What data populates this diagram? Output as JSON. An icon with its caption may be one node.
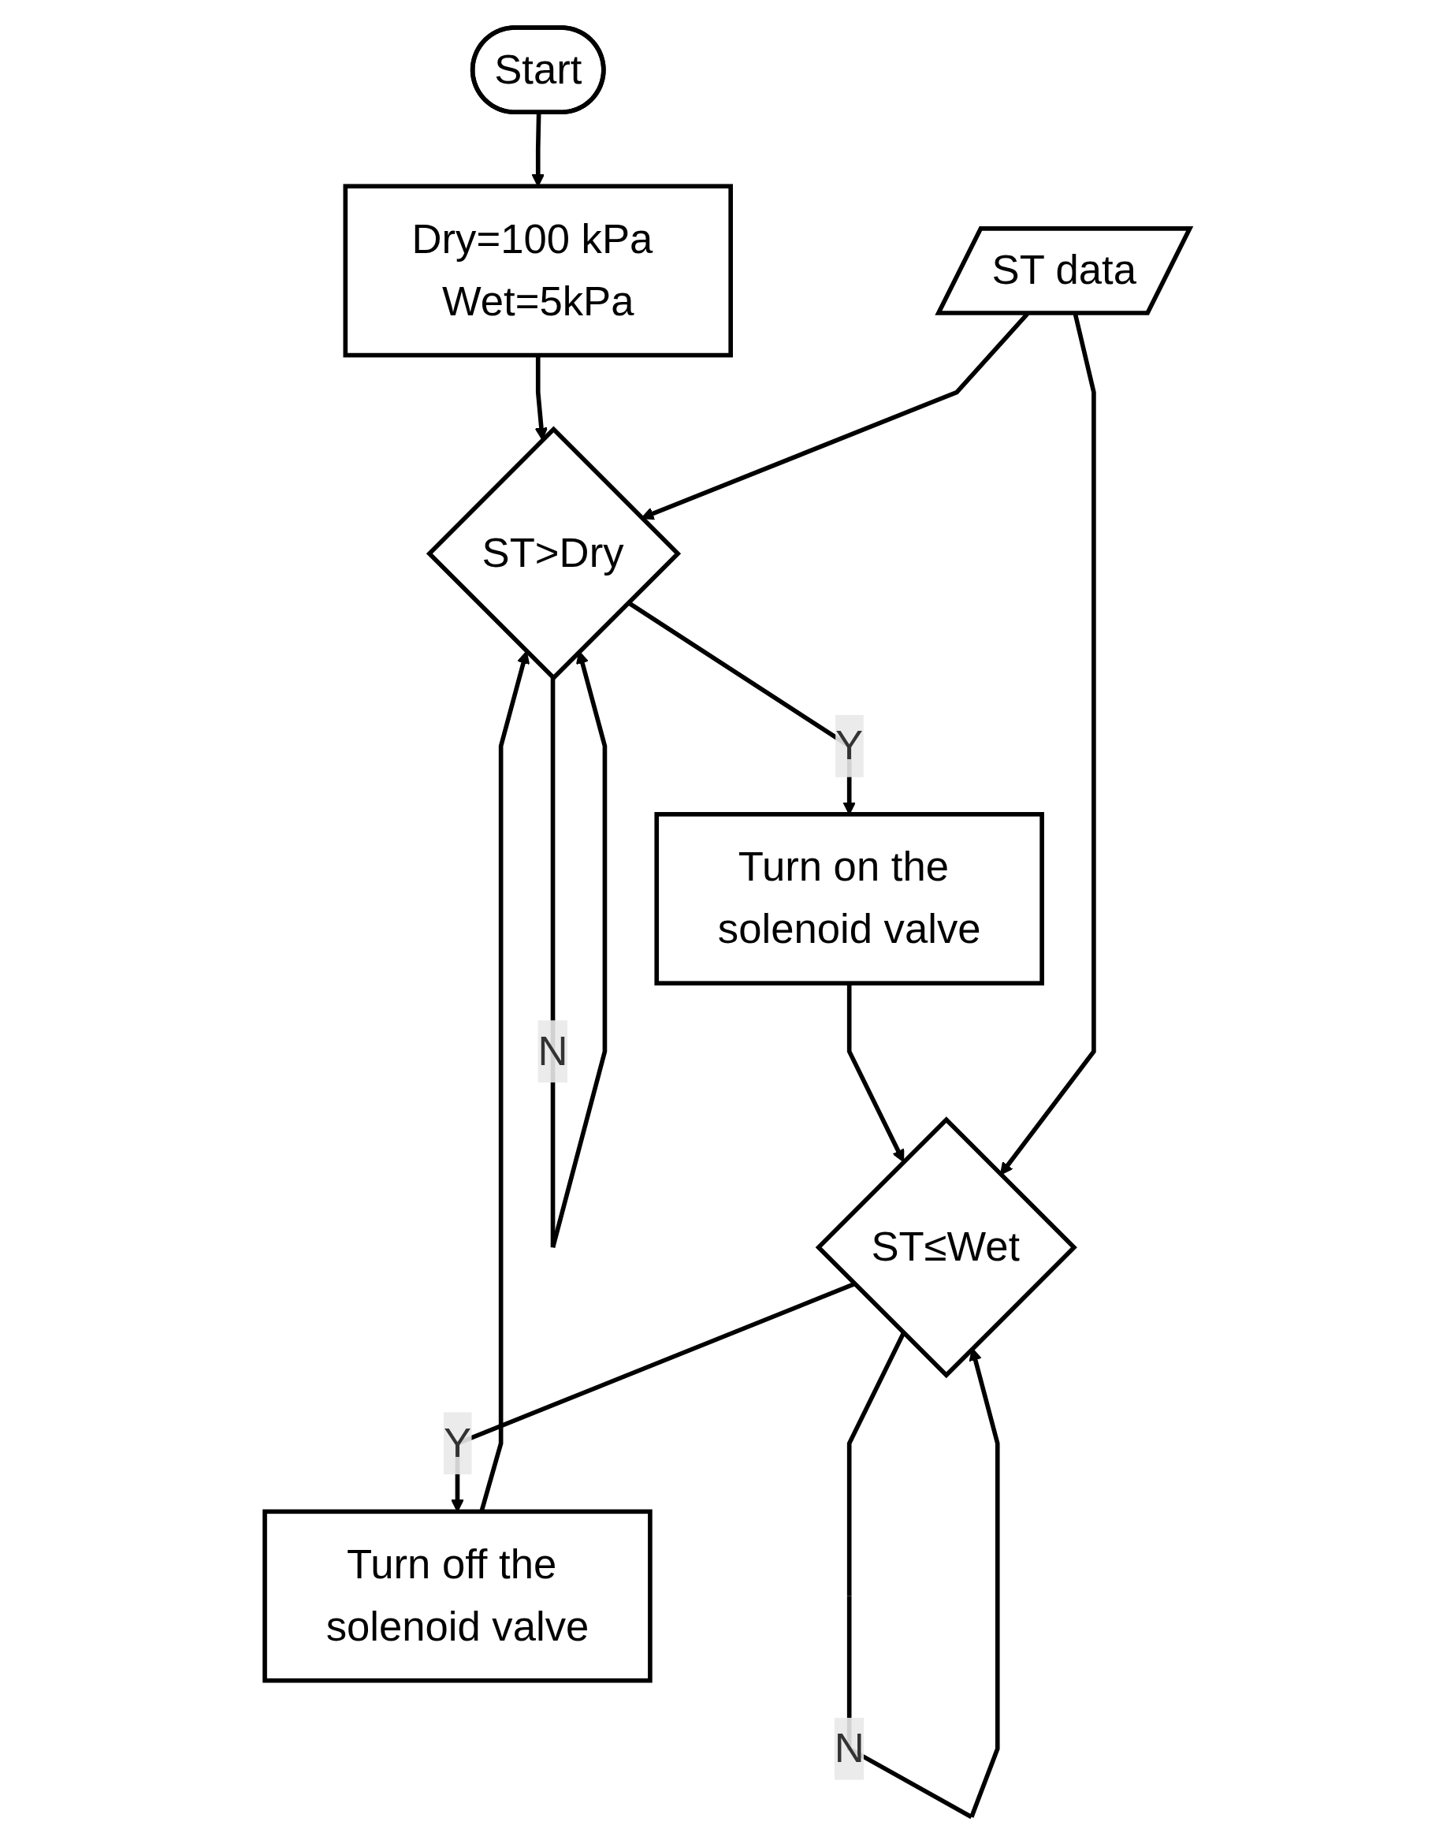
{
  "diagram": {
    "nodes": [
      {
        "text": [
          "Start"
        ]
      },
      {
        "text": [
          "Dry=100 kPa Wet=5kPa"
        ]
      },
      {
        "text": [
          "ST>Dry"
        ]
      },
      {
        "text": [
          "Turn on the solenoid valve"
        ]
      },
      {
        "text": [
          "ST data"
        ]
      },
      {
        "text": [
          "ST≤Wet"
        ]
      },
      {
        "text": [
          "Turn off the solenoid valve"
        ]
      }
    ],
    "edges": [
      {
        "from": 0,
        "to": 1,
        "arrow": "to"
      },
      {
        "from": 1,
        "to": 2,
        "arrow": "to"
      },
      {
        "from": 2,
        "to": 2,
        "arrow": "to",
        "label": "N"
      },
      {
        "from": 2,
        "to": 3,
        "arrow": "to",
        "label": "Y"
      },
      {
        "from": 4,
        "to": 2,
        "arrow": "to"
      },
      {
        "from": 3,
        "to": 5,
        "arrow": "to"
      },
      {
        "from": 5,
        "to": 5,
        "arrow": "to",
        "label": "N"
      },
      {
        "from": 4,
        "to": 5,
        "arrow": "to"
      },
      {
        "from": 5,
        "to": 6,
        "arrow": "to",
        "label": "Y"
      },
      {
        "from": 6,
        "to": 2,
        "arrow": "to"
      }
    ]
  }
}
